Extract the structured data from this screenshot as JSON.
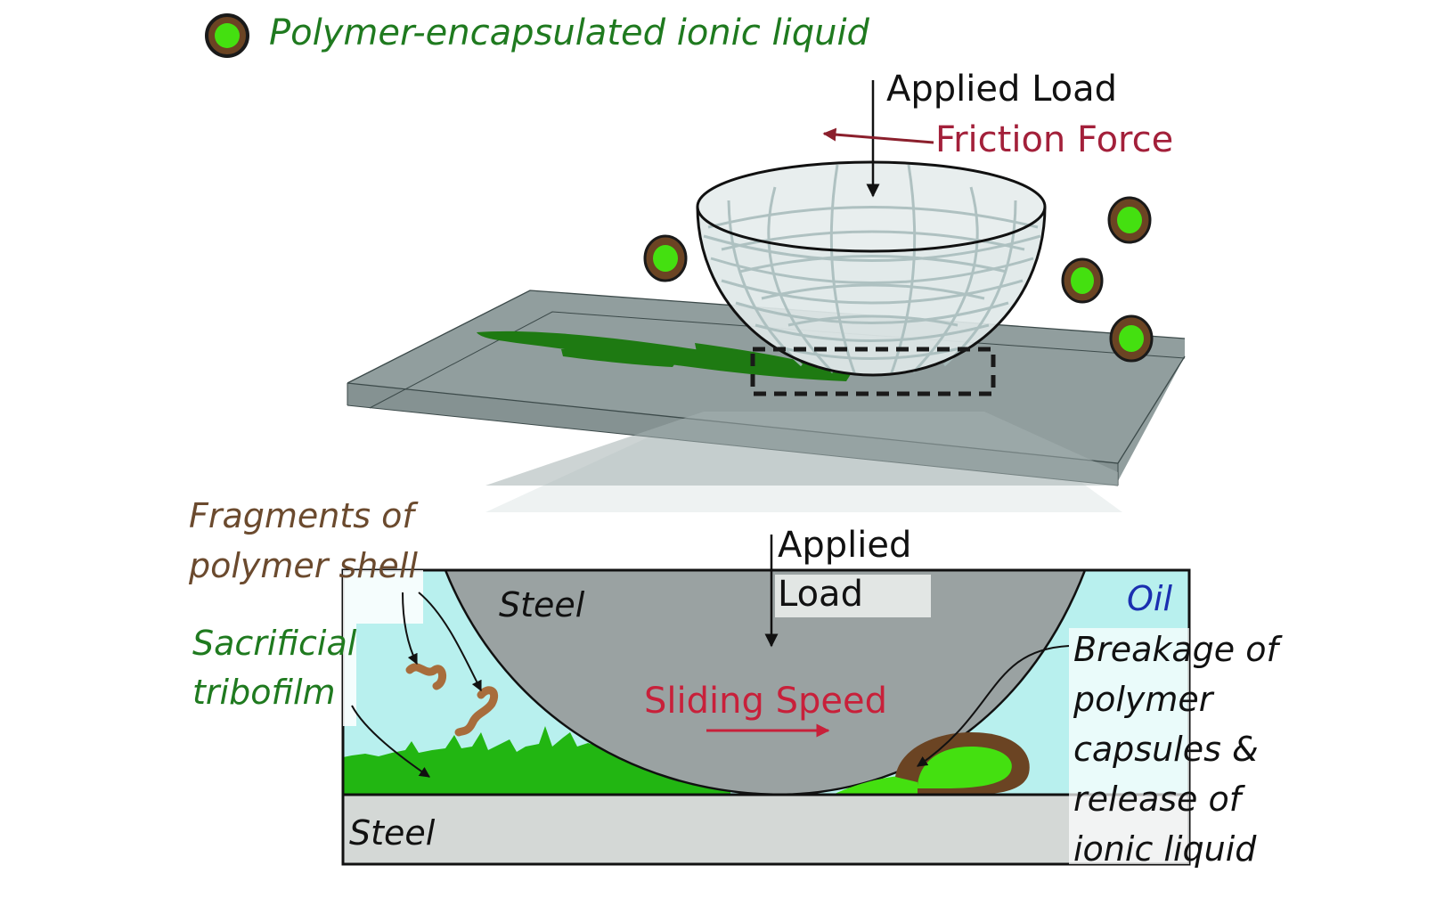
{
  "legend": {
    "label": "Polymer-encapsulated ionic liquid",
    "icon": "capsule-icon"
  },
  "top_view": {
    "applied_load": "Applied Load",
    "friction_force": "Friction Force"
  },
  "cross_section": {
    "applied_load_line1": "Applied",
    "applied_load_line2": "Load",
    "sliding_speed": "Sliding Speed",
    "ball_label": "Steel",
    "substrate_label": "Steel",
    "oil_label": "Oil",
    "fragments_line1": "Fragments of",
    "fragments_line2": "polymer shell",
    "tribofilm_line1": "Sacrificial",
    "tribofilm_line2": "tribofilm",
    "breakage_lines": [
      "Breakage of",
      "polymer",
      "capsules &",
      "release of",
      "ionic liquid"
    ]
  },
  "colors": {
    "capsule_shell": "#6b4423",
    "capsule_core": "#44e010",
    "legend_text": "#1f7a1f",
    "friction_red": "#a3203a",
    "sliding_red": "#c8203a",
    "oil_blue": "#1a2fb0",
    "fragment_brown": "#6b4a2e",
    "tribofilm_green": "#22b612",
    "wear_track_green": "#1e7a12",
    "plate_gray": "#8f9c9c",
    "ball_gray": "#9aa2a2",
    "oil_fill": "#b8f0ee",
    "substrate_fill": "#d4d8d6"
  }
}
